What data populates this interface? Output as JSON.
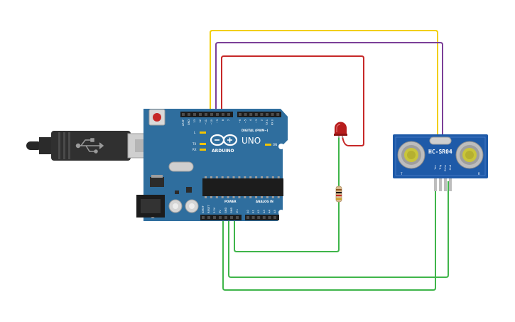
{
  "board": {
    "brand": "ARDUINO",
    "model": "UNO",
    "digital_label": "DIGITAL (PWM~)",
    "power_label": "POWER",
    "analog_label": "ANALOG IN",
    "on_label": "ON",
    "led_labels": [
      "L",
      "TX",
      "RX"
    ],
    "digital_pins": [
      "AREF",
      "GND",
      "13",
      "12",
      "~11",
      "~10",
      "~9",
      "8",
      "7",
      "~6",
      "~5",
      "4",
      "~3",
      "2",
      "TX 1",
      "RX 0"
    ],
    "power_pins": [
      "IOREF",
      "RESET",
      "3.3V",
      "5V",
      "GND",
      "GND",
      "Vin"
    ],
    "analog_pins": [
      "A0",
      "A1",
      "A2",
      "A3",
      "A4",
      "A5"
    ],
    "color": "#2f6e9e"
  },
  "sensor": {
    "name": "HC-SR04",
    "pins": [
      "Vcc",
      "Trig",
      "Echo",
      "Gnd"
    ],
    "corner_left": "T",
    "corner_right": "R",
    "color": "#1e5aa8"
  },
  "wires": {
    "yellow": "#f2cf00",
    "purple": "#7b3f98",
    "red": "#c62828",
    "green": "#3fb54a"
  }
}
